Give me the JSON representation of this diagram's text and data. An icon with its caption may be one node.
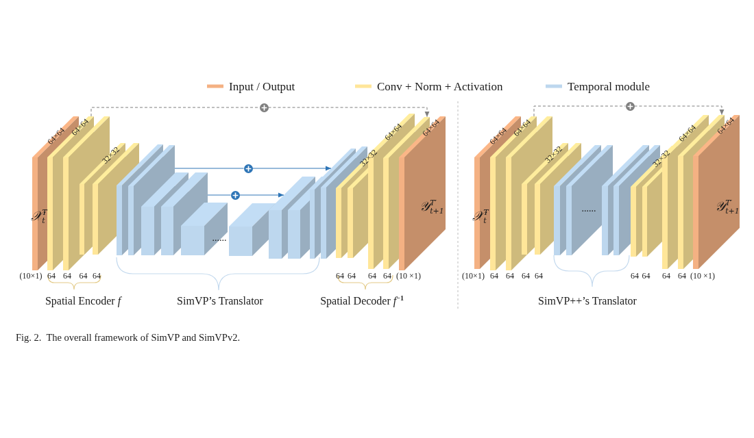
{
  "diagram": {
    "caption": "Fig. 2.  The overall framework of SimVP and SimVPv2.",
    "nodes": [
      {
        "text": [
          "64×64",
          "𝒳$_{t}$$^{T}$"
        ],
        "beside": [
          "(10×1)"
        ]
      },
      {
        "text": [
          "64×64"
        ],
        "beside": [
          "64"
        ]
      },
      {
        "text": [],
        "shape": "box",
        "beside": [
          "64"
        ]
      },
      {
        "text": [
          "32×32"
        ]
      },
      {
        "text": [],
        "shape": "box"
      },
      {
        "text": [],
        "shape": "box"
      },
      {
        "text": [],
        "shape": "box"
      },
      {
        "text": [],
        "shape": "box"
      },
      {
        "text": [],
        "shape": "box"
      },
      {
        "text": [],
        "shape": "box"
      },
      {
        "text": [],
        "shape": "box"
      },
      {
        "text": [],
        "shape": "box"
      },
      {
        "text": [],
        "shape": "box"
      },
      {
        "text": [],
        "shape": "box"
      },
      {
        "text": [],
        "shape": "box"
      },
      {
        "text": [
          "32×32"
        ],
        "beside": [
          "64"
        ]
      },
      {
        "text": [],
        "shape": "box",
        "beside": [
          "64"
        ]
      },
      {
        "text": [
          "64×64"
        ],
        "beside": [
          "64"
        ]
      },
      {
        "text": [],
        "shape": "box",
        "beside": [
          "64"
        ]
      },
      {
        "text": [
          "64×64",
          "𝒴$_{t+1}$$^{T′}$"
        ],
        "beside": [
          "(10 ×1)"
        ]
      },
      {
        "text": [
          "64×64",
          "𝒳$_{t}$$^{T}$"
        ],
        "beside": [
          "(10×1)"
        ]
      },
      {
        "text": [
          "64×64"
        ],
        "beside": [
          "64"
        ]
      },
      {
        "text": [],
        "shape": "box",
        "beside": [
          "64"
        ]
      },
      {
        "text": [
          "32×32"
        ]
      },
      {
        "text": [],
        "shape": "box"
      },
      {
        "text": [],
        "shape": "box"
      },
      {
        "text": [],
        "shape": "box"
      },
      {
        "text": [],
        "shape": "box"
      },
      {
        "text": [],
        "shape": "box"
      },
      {
        "text": [
          "32×32"
        ],
        "beside": [
          "64"
        ]
      },
      {
        "text": [],
        "shape": "box",
        "beside": [
          "64"
        ]
      },
      {
        "text": [
          "64×64"
        ],
        "beside": [
          "64"
        ]
      },
      {
        "text": [],
        "shape": "box",
        "beside": [
          "64"
        ]
      },
      {
        "text": [
          "64×64",
          "𝒴$_{t+1}$$^{T′}$"
        ],
        "beside": [
          "(10 ×1)"
        ]
      },
      {
        "text": [],
        "shape": "circle"
      },
      {
        "text": [],
        "shape": "circle"
      },
      {
        "text": [],
        "shape": "circle"
      },
      {
        "text": [],
        "shape": "circle"
      }
    ],
    "edges": [
      {
        "from": 1,
        "to": 34,
        "arrow": "none",
        "style": "dashed",
        "color": "#7f7f7f"
      },
      {
        "from": 34,
        "to": 18,
        "arrow": "to",
        "style": "dashed",
        "color": "#7f7f7f"
      },
      {
        "from": 6,
        "to": 35,
        "arrow": "none",
        "color": "#2e75b6"
      },
      {
        "from": 35,
        "to": 13,
        "arrow": "to",
        "color": "#2e75b6"
      },
      {
        "from": 8,
        "to": 36,
        "arrow": "none",
        "color": "#2e75b6"
      },
      {
        "from": 36,
        "to": 11,
        "arrow": "to",
        "color": "#2e75b6"
      },
      {
        "from": 21,
        "to": 37,
        "arrow": "none",
        "style": "dashed",
        "color": "#7f7f7f"
      },
      {
        "from": 37,
        "to": 32,
        "arrow": "to",
        "style": "dashed",
        "color": "#7f7f7f"
      }
    ],
    "labels": [
      "......",
      "......",
      "64",
      "64",
      "64",
      "64",
      "Spatial Encoder *f*",
      "SimVP’s Translator",
      "Spatial Decoder *f*$^{−1}$",
      "SimVP++’s Translator"
    ],
    "legend": [
      {
        "text": "Input / Output",
        "color": "#f4b183"
      },
      {
        "text": "Conv + Norm + Activation",
        "color": "#ffe699"
      },
      {
        "text": "Temporal module",
        "color": "#bdd7ee"
      }
    ]
  }
}
